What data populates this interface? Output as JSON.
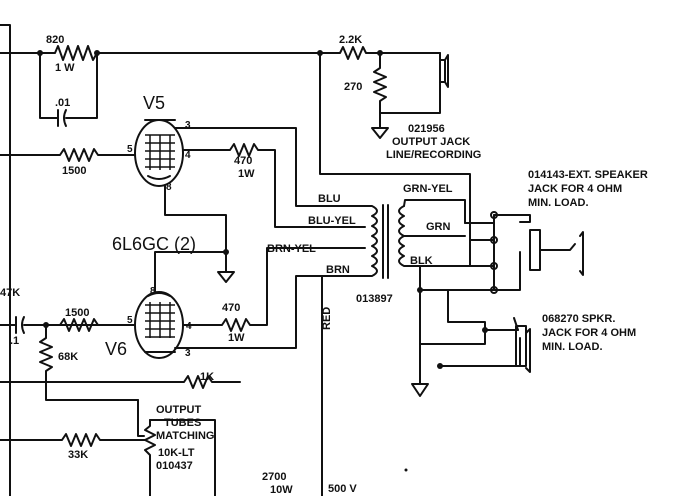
{
  "components": {
    "r_820": {
      "value": "820",
      "rating": "1 W"
    },
    "c_01": {
      "value": ".01"
    },
    "r_2_2k": {
      "value": "2.2K"
    },
    "r_270": {
      "value": "270"
    },
    "jack_output": {
      "part": "021956",
      "name": "OUTPUT JACK",
      "use": "LINE/RECORDING"
    },
    "v5": {
      "name": "V5"
    },
    "v6": {
      "name": "V6"
    },
    "tube_type": {
      "label": "6L6GC (2)"
    },
    "r_1500_top": {
      "value": "1500"
    },
    "r_470_top": {
      "value": "470",
      "rating": "1W"
    },
    "r_1500_bot": {
      "value": "1500"
    },
    "r_470_bot": {
      "value": "470",
      "rating": "1W"
    },
    "r_47k": {
      "value": "47K"
    },
    "c_1": {
      "value": ".1"
    },
    "r_68k": {
      "value": "68K"
    },
    "r_1k": {
      "value": "1K"
    },
    "r_33k": {
      "value": "33K"
    },
    "pot_matching": {
      "line1": "OUTPUT",
      "line2": "TUBES",
      "line3": "MATCHING",
      "value": "10K-LT",
      "part": "010437"
    },
    "transformer": {
      "part": "013897"
    },
    "wires": {
      "blu": "BLU",
      "blu_yel": "BLU-YEL",
      "brn_yel": "BRN-YEL",
      "brn": "BRN",
      "grn_yel": "GRN-YEL",
      "grn": "GRN",
      "blk": "BLK",
      "red": "RED"
    },
    "jack_ext": {
      "line1": "014143-EXT. SPEAKER",
      "line2": "JACK FOR 4 OHM",
      "line3": "MIN. LOAD."
    },
    "jack_spkr": {
      "line1": "068270 SPKR.",
      "line2": "JACK FOR 4 OHM",
      "line3": "MIN. LOAD."
    },
    "r_2700": {
      "value": "2700",
      "rating": "10W"
    },
    "supply": {
      "value": "500 V"
    },
    "pins": {
      "v5_plate": "3",
      "v5_grid": "5",
      "v5_screen": "4",
      "v5_cathode": "8",
      "v6_cathode": "8",
      "v6_grid": "5",
      "v6_screen": "4",
      "v6_plate": "3"
    }
  }
}
